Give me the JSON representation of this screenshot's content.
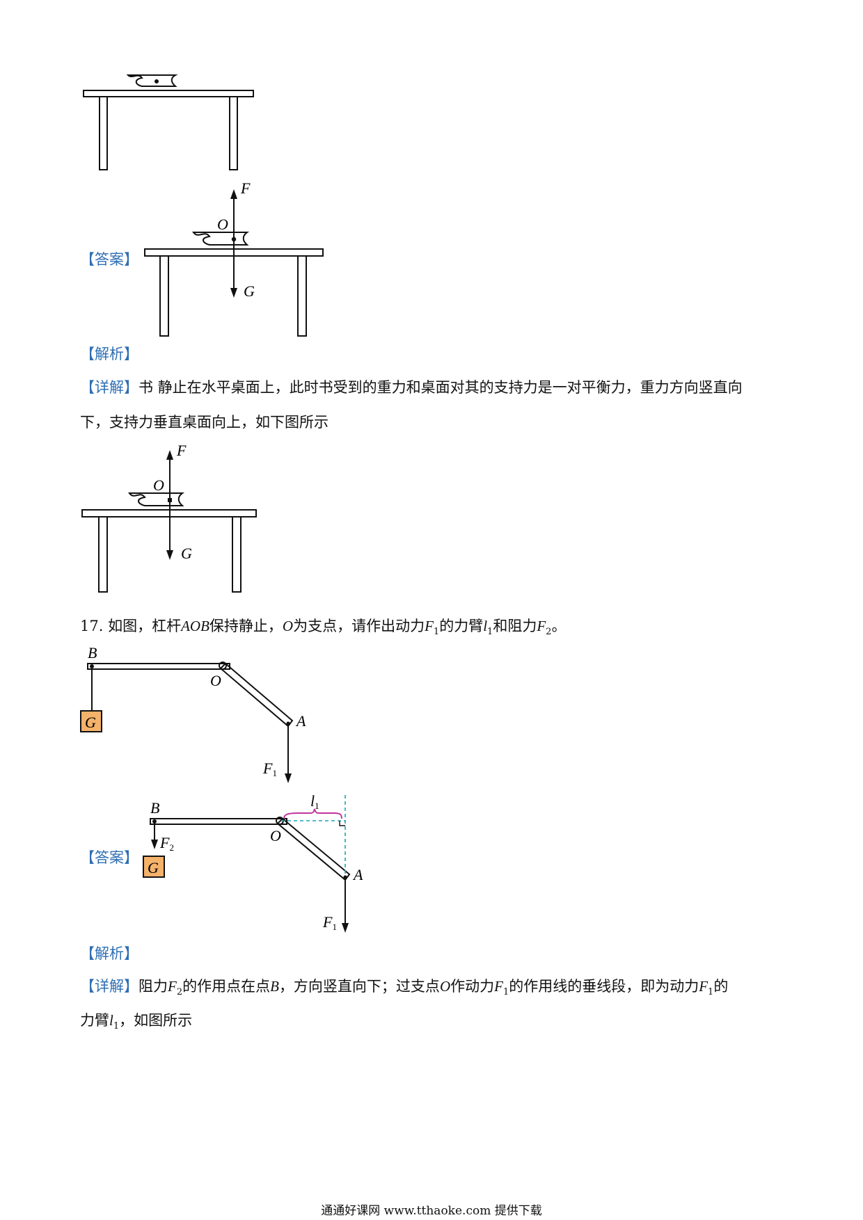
{
  "q16_fig_labels": {
    "F": "F",
    "O": "O",
    "G": "G"
  },
  "answer_tag": "【答案】",
  "analysis_tag": "【解析】",
  "detail_tag": "【详解】",
  "q16_detail_line1": "书 静止在水平桌面上，此时书受到的重力和桌面对其的支持力是一对平衡力，重力方向竖直向",
  "q16_detail_line2": "下，支持力垂直桌面向上，如下图所示",
  "q17": {
    "number": "17.",
    "t1": "如图，杠杆",
    "aob": "AOB",
    "t2": "保持静止，",
    "o": "O",
    "t3": "为支点，请作出动力",
    "f": "F",
    "sub1": "1",
    "t4": "的力臂",
    "l": "l",
    "t5": "和阻力",
    "sub2": "2",
    "t6": "。"
  },
  "q17_fig_labels": {
    "B": "B",
    "O": "O",
    "A": "A",
    "G": "G",
    "F": "F",
    "sub1": "1",
    "sub2": "2",
    "l": "l"
  },
  "q17_detail": {
    "a1": "阻力",
    "f": "F",
    "sub2": "2",
    "a2": "的作用点在点",
    "b": "B",
    "a3": "，方向竖直向下；过支点",
    "o": "O",
    "a4": "作动力",
    "sub1": "1",
    "a5": "的作用线的垂线段，即为动力",
    "a6": "的",
    "b1": "力臂",
    "l": "l",
    "b2": "，如图所示"
  },
  "footer": "通通好课网  www.tthaoke.com  提供下载",
  "colors": {
    "tag": "#2f6fb3",
    "weight_fill": "#f5b26b",
    "dashed": "#1aa3b8",
    "brace": "#c0359a"
  }
}
